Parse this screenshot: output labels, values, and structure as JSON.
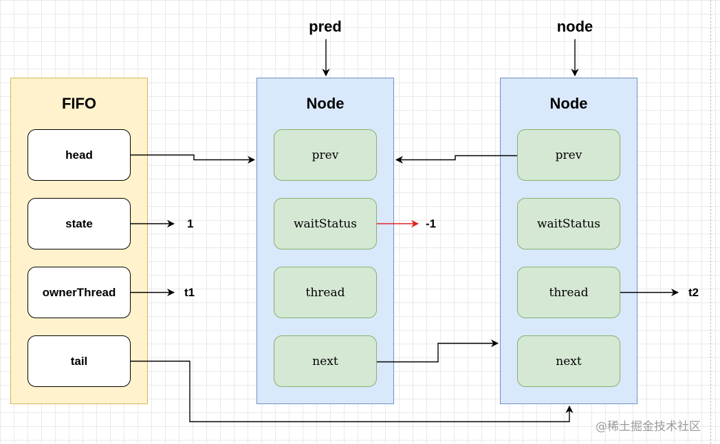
{
  "fifo": {
    "title": "FIFO",
    "fields": {
      "head": "head",
      "state": "state",
      "owner_thread": "ownerThread",
      "tail": "tail"
    }
  },
  "pred_node": {
    "pointer_label": "pred",
    "title": "Node",
    "fields": {
      "prev": "prev",
      "wait_status": "waitStatus",
      "thread": "thread",
      "next": "next"
    }
  },
  "current_node": {
    "pointer_label": "node",
    "title": "Node",
    "fields": {
      "prev": "prev",
      "wait_status": "waitStatus",
      "thread": "thread",
      "next": "next"
    }
  },
  "values": {
    "state_value": "1",
    "owner_thread_value": "t1",
    "pred_wait_status_value": "-1",
    "node_thread_value": "t2"
  },
  "watermark": "@稀土掘金技术社区",
  "colors": {
    "fifo_fill": "#fff2cc",
    "fifo_border": "#d6b656",
    "node_fill": "#dae8fc",
    "node_border": "#6c8ebf",
    "field_fill": "#d5e8d4",
    "field_border": "#82b366",
    "edge": "#000000",
    "highlight_edge": "#e02020"
  }
}
